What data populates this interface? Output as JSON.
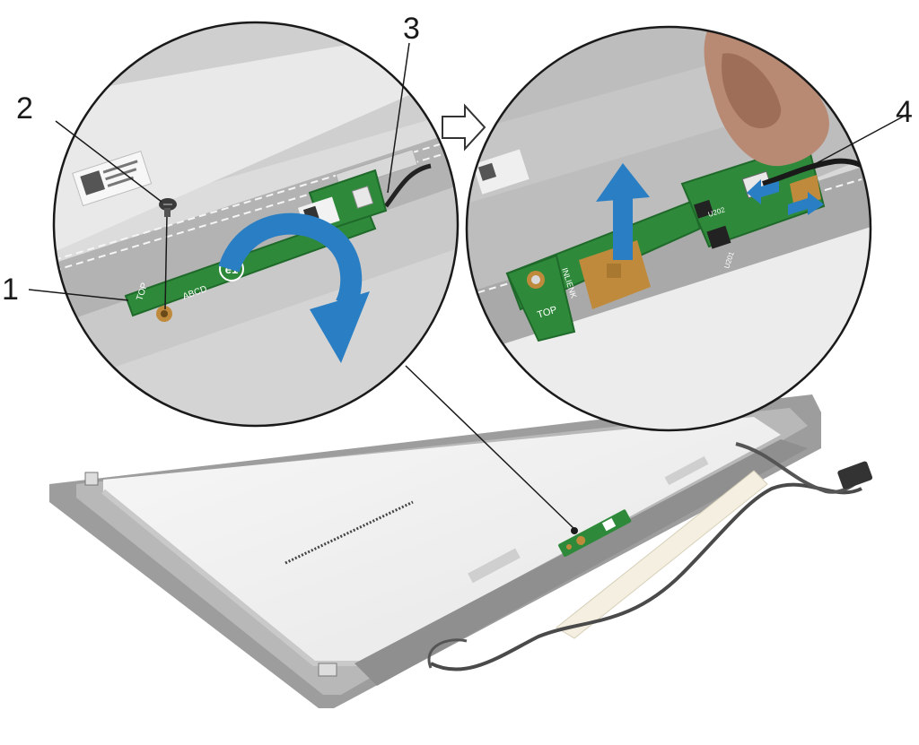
{
  "callouts": {
    "c1": "1",
    "c2": "2",
    "c3": "3",
    "c4": "4"
  },
  "silkscreen": {
    "board_id": "e1",
    "top_mark": "TOP",
    "abcd": "ABCD",
    "u202": "U202",
    "u201": "U201",
    "rocker": "INLIENK"
  },
  "colors": {
    "pcb": "#2e8a3a",
    "pcb_dark": "#1f6a2a",
    "arrow_blue": "#2a7fc4",
    "bezel": "#9a9a9a",
    "panel": "#f2f2f2",
    "copper": "#c08a3c"
  },
  "icons": {
    "step_arrow": "hollow-right-arrow",
    "rotate": "curved-flip-arrow",
    "lift": "up-arrow",
    "disconnect": "double-headed-arrow"
  }
}
